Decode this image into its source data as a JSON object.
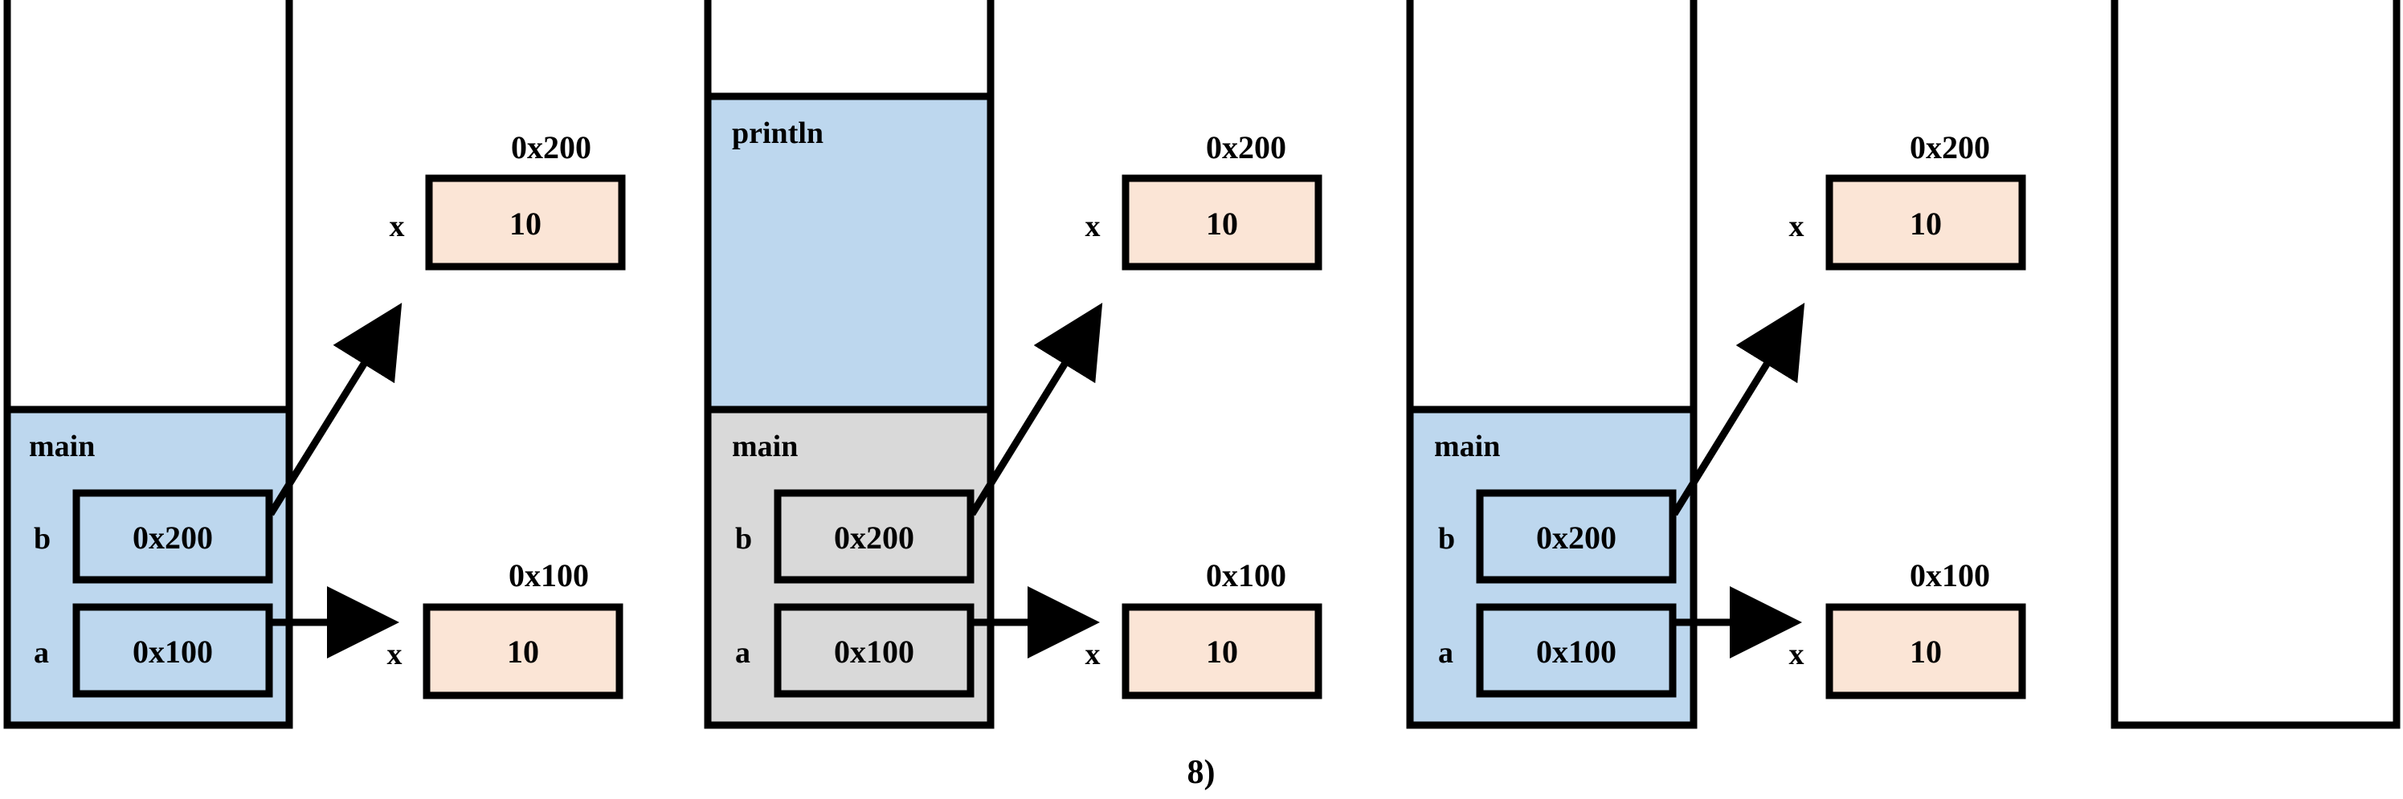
{
  "caption": "8)",
  "colors": {
    "frame_blue": "#bdd7ee",
    "frame_gray": "#d9d9d9",
    "heap_object": "#fbe5d6",
    "stroke": "#000000"
  },
  "panels": [
    {
      "frames": [
        {
          "name": "main",
          "fill": "blue",
          "vars": [
            {
              "name": "b",
              "value": "0x200"
            },
            {
              "name": "a",
              "value": "0x100"
            }
          ]
        }
      ],
      "heap": [
        {
          "address": "0x200",
          "field": "x",
          "value": "10"
        },
        {
          "address": "0x100",
          "field": "x",
          "value": "10"
        }
      ]
    },
    {
      "frames": [
        {
          "name": "println",
          "fill": "blue",
          "vars": []
        },
        {
          "name": "main",
          "fill": "gray",
          "vars": [
            {
              "name": "b",
              "value": "0x200"
            },
            {
              "name": "a",
              "value": "0x100"
            }
          ]
        }
      ],
      "heap": [
        {
          "address": "0x200",
          "field": "x",
          "value": "10"
        },
        {
          "address": "0x100",
          "field": "x",
          "value": "10"
        }
      ]
    },
    {
      "frames": [
        {
          "name": "main",
          "fill": "blue",
          "vars": [
            {
              "name": "b",
              "value": "0x200"
            },
            {
              "name": "a",
              "value": "0x100"
            }
          ]
        }
      ],
      "heap": [
        {
          "address": "0x200",
          "field": "x",
          "value": "10"
        },
        {
          "address": "0x100",
          "field": "x",
          "value": "10"
        }
      ]
    },
    {
      "frames": [],
      "heap": []
    }
  ]
}
